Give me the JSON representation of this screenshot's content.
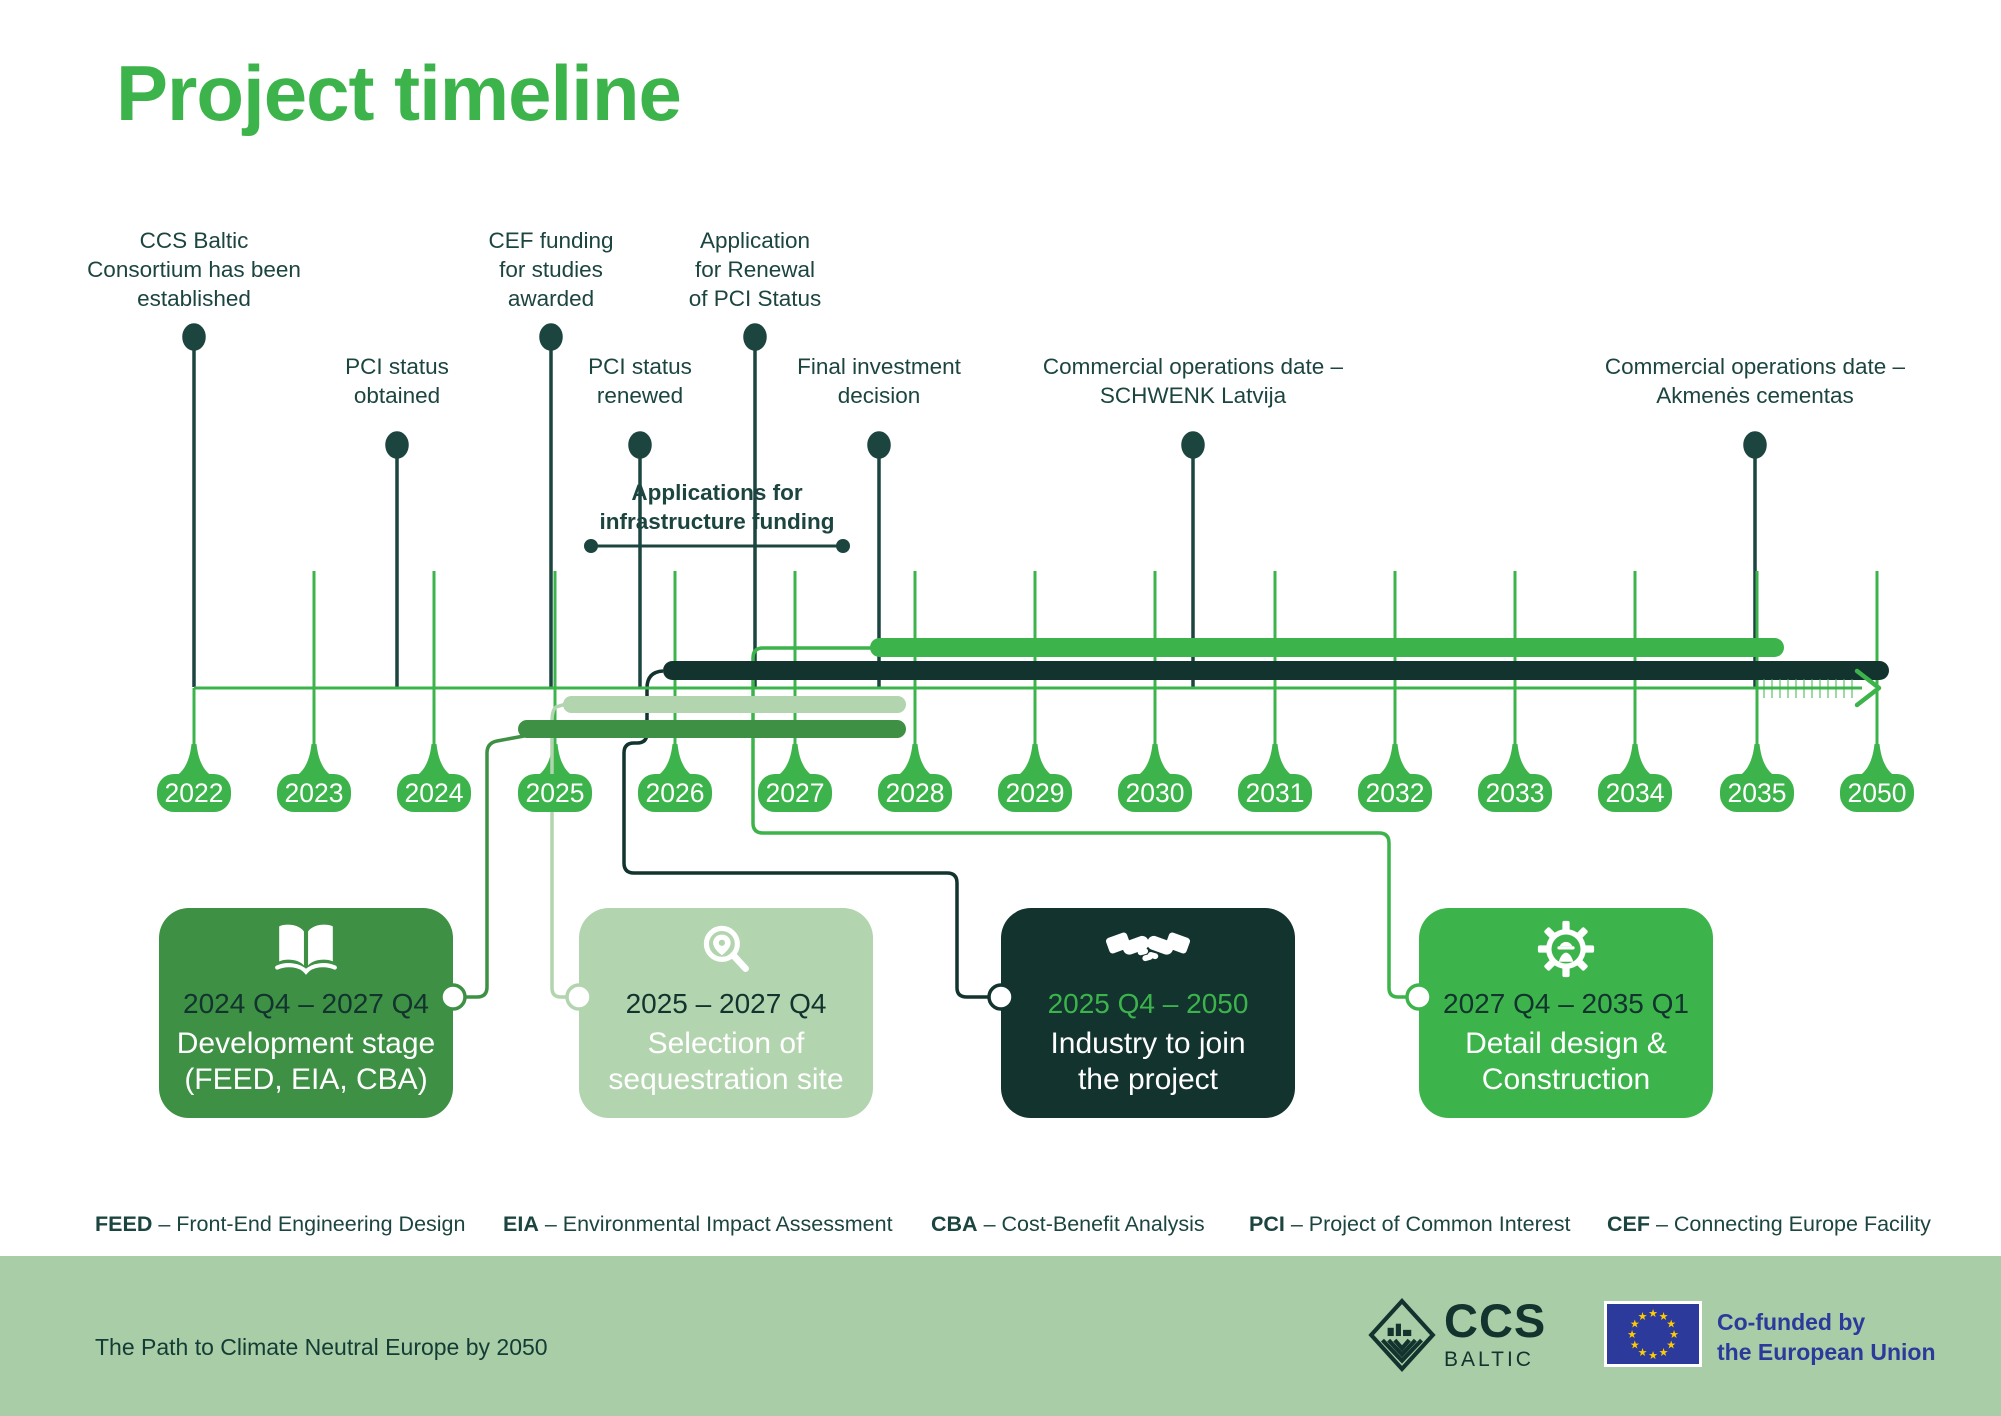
{
  "title": "Project timeline",
  "colors": {
    "accent_green": "#3cb44b",
    "mid_green": "#3d9044",
    "light_green": "#b2d4ae",
    "dark_navy": "#12332e",
    "label_ink": "#1c4540",
    "footer_band": "#a9cda6",
    "eu_blue": "#2b3a9b",
    "star_yellow": "#ffcc00"
  },
  "timeline": {
    "years": [
      "2022",
      "2023",
      "2024",
      "2025",
      "2026",
      "2027",
      "2028",
      "2029",
      "2030",
      "2031",
      "2032",
      "2033",
      "2034",
      "2035",
      "2050"
    ]
  },
  "milestones": [
    {
      "label": "CCS Baltic\nConsortium has been\nestablished"
    },
    {
      "label": "PCI status\nobtained"
    },
    {
      "label": "CEF funding\nfor studies\nawarded"
    },
    {
      "label": "PCI status\nrenewed"
    },
    {
      "label": "Application\nfor Renewal\nof PCI Status"
    },
    {
      "label": "Final investment\ndecision"
    },
    {
      "label": "Commercial operations date –\nSCHWENK Latvija"
    },
    {
      "label": "Commercial operations date –\nAkmenės cementas"
    }
  ],
  "bracket": {
    "label": "Applications for\ninfrastructure funding"
  },
  "cards": [
    {
      "icon": "open-book-icon",
      "date": "2024 Q4 – 2027 Q4",
      "title": "Development stage\n(FEED, EIA, CBA)"
    },
    {
      "icon": "search-location-icon",
      "date": "2025 – 2027 Q4",
      "title": "Selection of\nsequestration site"
    },
    {
      "icon": "handshake-icon",
      "date": "2025 Q4 – 2050",
      "title": "Industry to join\nthe project"
    },
    {
      "icon": "construction-gear-icon",
      "date": "2027 Q4 – 2035 Q1",
      "title": "Detail design &\nConstruction"
    }
  ],
  "abbreviations": [
    {
      "abbr": "FEED",
      "desc": " – Front-End Engineering Design"
    },
    {
      "abbr": "EIA",
      "desc": " – Environmental Impact Assessment"
    },
    {
      "abbr": "CBA",
      "desc": " – Cost-Benefit Analysis"
    },
    {
      "abbr": "PCI",
      "desc": " – Project of Common Interest"
    },
    {
      "abbr": "CEF",
      "desc": " – Connecting Europe Facility"
    }
  ],
  "footer": {
    "tagline": "The Path to Climate Neutral Europe by 2050",
    "logo_line1": "CCS",
    "logo_line2": "BALTIC",
    "eu_label": "Co-funded by\nthe European Union"
  }
}
